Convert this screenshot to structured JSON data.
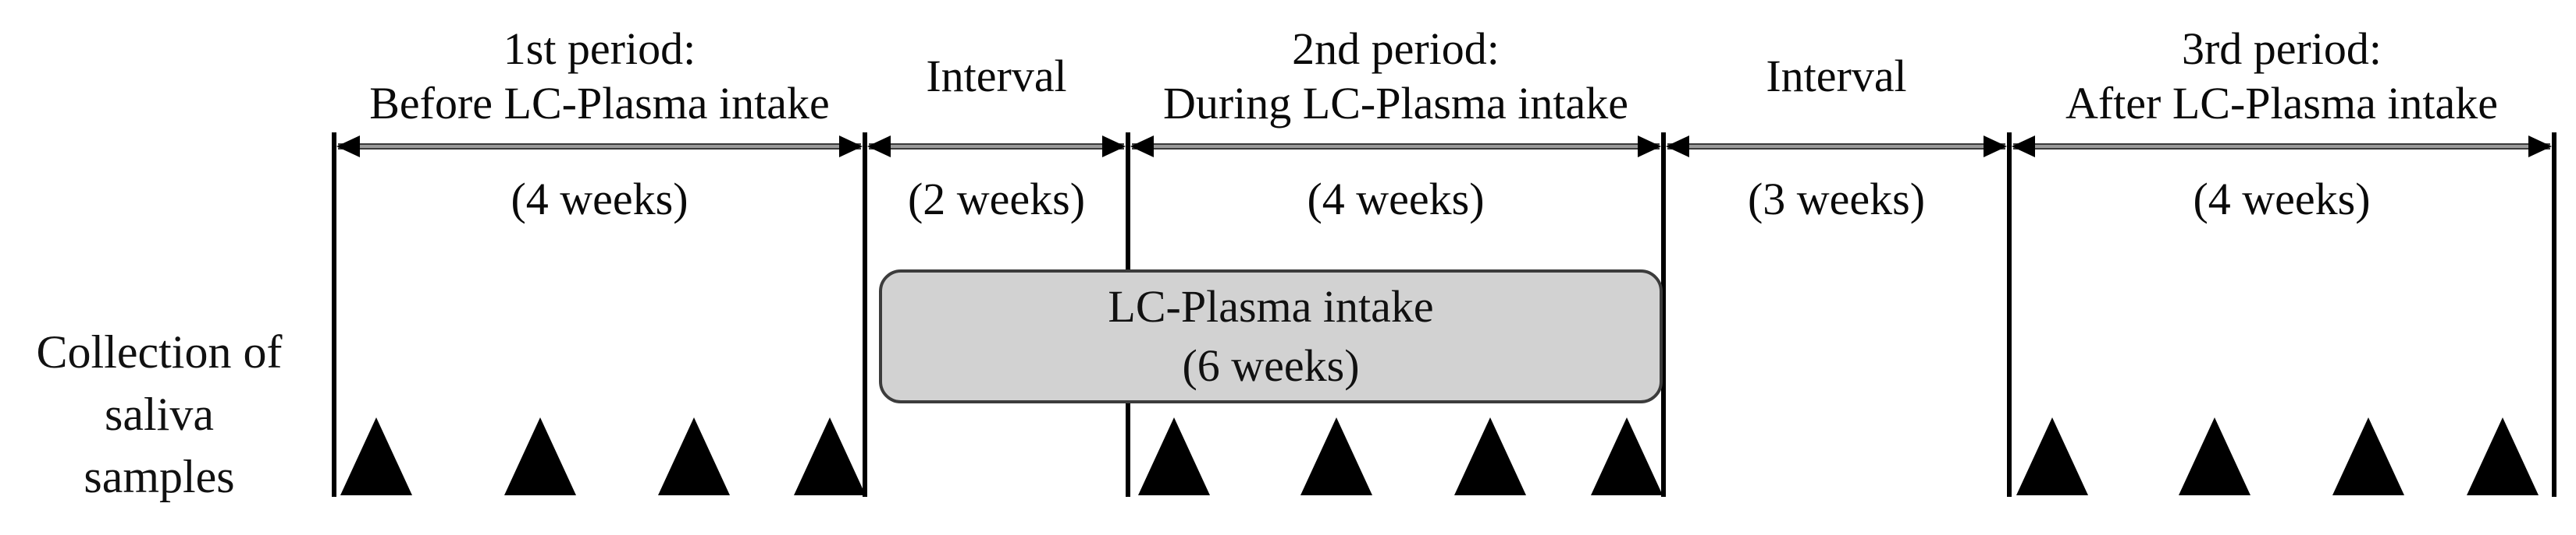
{
  "timeline": {
    "side_label": {
      "lines": [
        "Collection of",
        "saliva",
        "samples"
      ]
    },
    "segments": [
      {
        "id": "period-1",
        "title_lines": [
          "1st period:",
          "Before LC-Plasma intake"
        ],
        "duration": "(4 weeks)"
      },
      {
        "id": "interval-1",
        "title_lines": [
          "Interval"
        ],
        "duration": "(2 weeks)"
      },
      {
        "id": "period-2",
        "title_lines": [
          "2nd period:",
          "During LC-Plasma intake"
        ],
        "duration": "(4 weeks)"
      },
      {
        "id": "interval-2",
        "title_lines": [
          "Interval"
        ],
        "duration": "(3 weeks)"
      },
      {
        "id": "period-3",
        "title_lines": [
          "3rd period:",
          "After LC-Plasma intake"
        ],
        "duration": "(4 weeks)"
      }
    ],
    "intake_box": {
      "lines": [
        "LC-Plasma intake",
        "(6 weeks)"
      ],
      "fill": "#d2d2d2",
      "border_color": "#3c3c3c"
    },
    "marker_symbol": "filled-triangle",
    "colors": {
      "text": "#000000",
      "boundary_line": "#000000",
      "arrow_bar": "#9a9a9a",
      "arrow_head": "#000000",
      "marker": "#000000",
      "background": "#ffffff"
    }
  },
  "sample_markers": {
    "groups": [
      {
        "segment": "period-1",
        "count": 4,
        "x_centers": [
          482,
          692,
          889,
          1063
        ]
      },
      {
        "segment": "period-2",
        "count": 4,
        "x_centers": [
          1504,
          1712,
          1909,
          2084
        ]
      },
      {
        "segment": "period-3",
        "count": 4,
        "x_centers": [
          2629,
          2837,
          3034,
          3206
        ]
      }
    ]
  }
}
